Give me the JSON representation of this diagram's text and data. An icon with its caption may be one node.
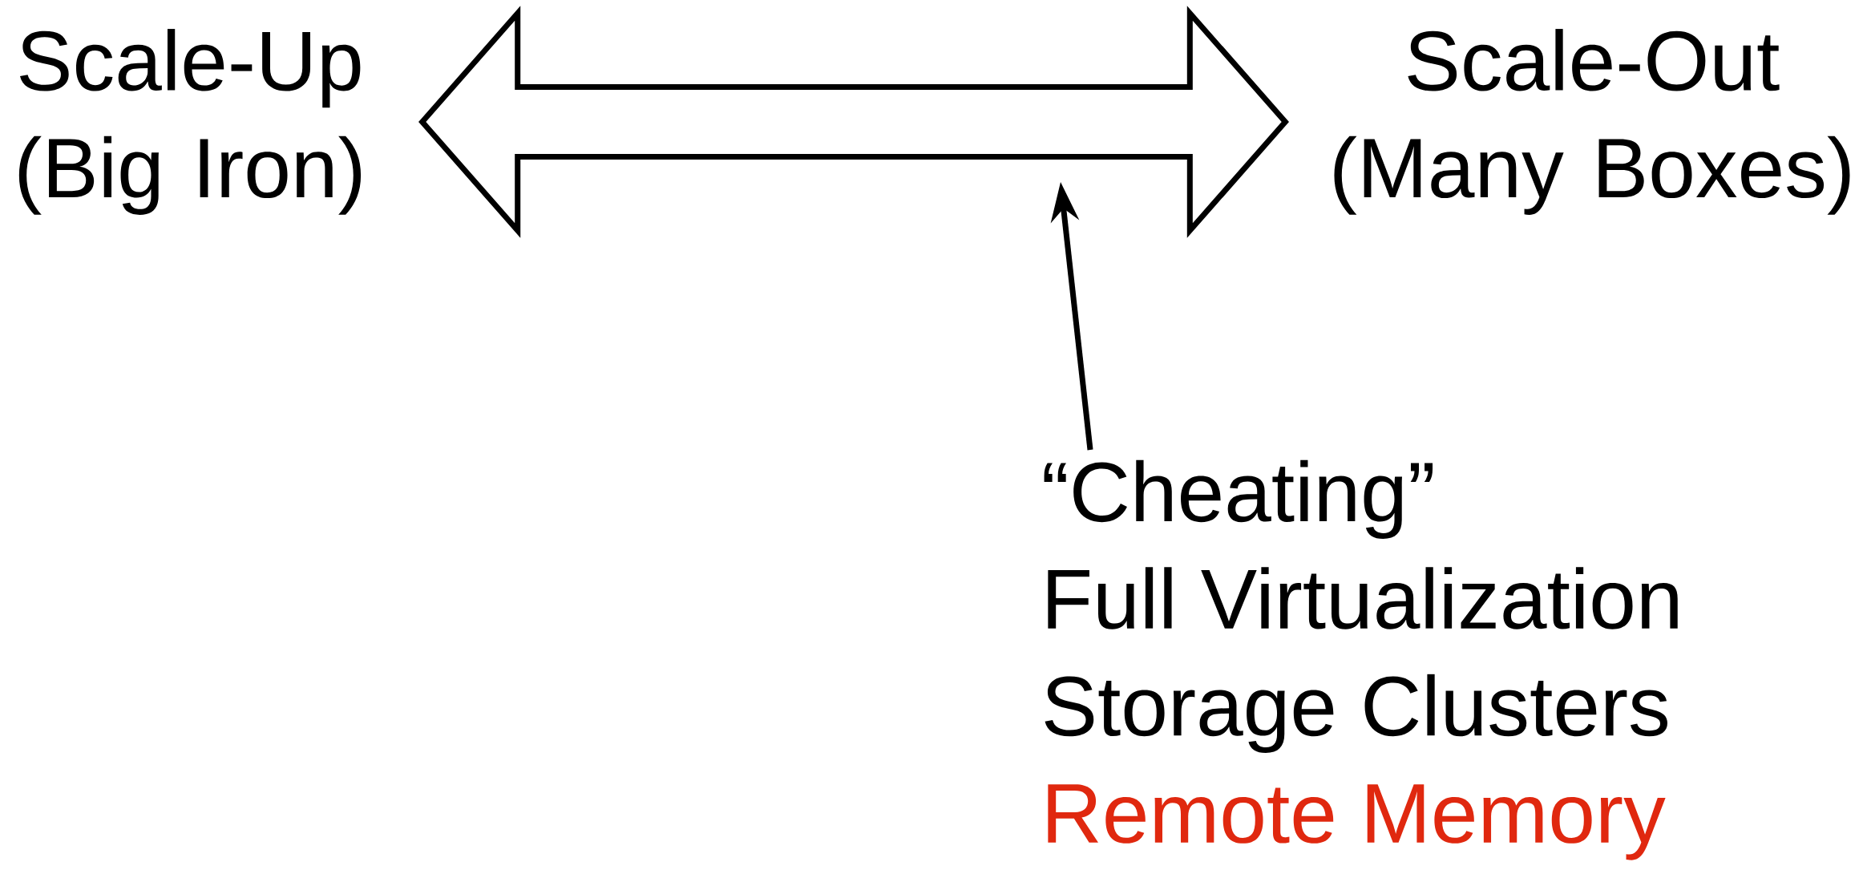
{
  "diagram": {
    "nodes": [
      {
        "text": [
          "Scale-Up (Big Iron)"
        ]
      },
      {
        "text": [
          "Scale-Out (Many Boxes)"
        ]
      },
      {
        "text": [
          "“Cheating”",
          "Full Virtualization",
          "Storage Clusters",
          "Remote Memory"
        ]
      }
    ],
    "edges": [
      {
        "from": 0,
        "to": 1,
        "arrow": "both"
      },
      {
        "from": 2,
        "to": null,
        "arrow": "to"
      }
    ]
  }
}
